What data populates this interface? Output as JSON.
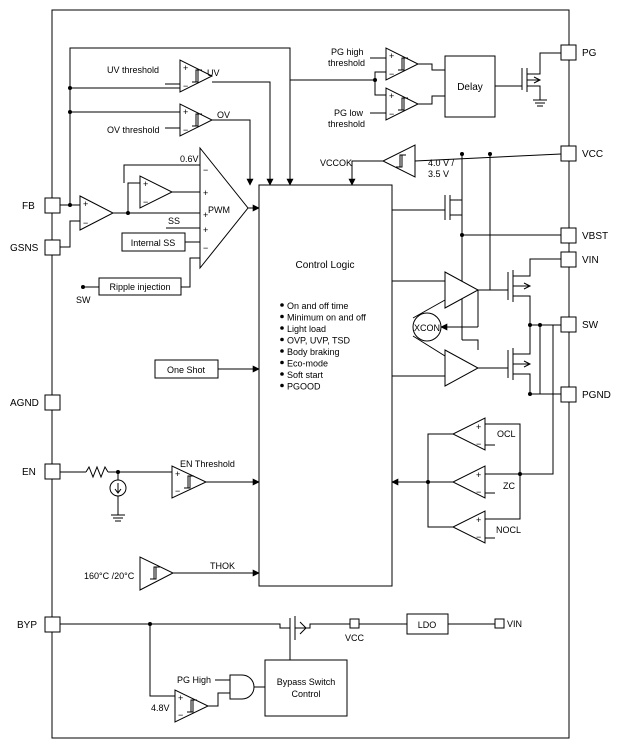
{
  "pins": {
    "pg": "PG",
    "vcc": "VCC",
    "vbst": "VBST",
    "vin": "VIN",
    "sw": "SW",
    "pgnd": "PGND",
    "fb": "FB",
    "gsns": "GSNS",
    "agnd": "AGND",
    "en": "EN",
    "byp": "BYP"
  },
  "labels": {
    "uv_threshold": "UV threshold",
    "uv": "UV",
    "ov_threshold": "OV threshold",
    "ov": "OV",
    "pg_high_threshold_1": "PG high",
    "pg_high_threshold_2": "threshold",
    "pg_low_threshold_1": "PG low",
    "pg_low_threshold_2": "threshold",
    "delay": "Delay",
    "vref": "0.6V",
    "ss": "SS",
    "internal_ss": "Internal SS",
    "pwm": "PWM",
    "ripple_injection": "Ripple injection",
    "sw_left": "SW",
    "vccok": "VCCOK",
    "uvlo_1": "4.0 V /",
    "uvlo_2": "3.5 V",
    "control_logic": "Control Logic",
    "one_shot": "One Shot",
    "xcon": "XCON",
    "ocl": "OCL",
    "zc": "ZC",
    "nocl": "NOCL",
    "en_threshold": "EN Threshold",
    "thermal": "160°C /20°C",
    "thok": "THOK",
    "vcc_mid": "VCC",
    "ldo": "LDO",
    "vin_bottom": "VIN",
    "pg_high": "PG High",
    "v48": "4.8V",
    "bypass_1": "Bypass Switch",
    "bypass_2": "Control"
  },
  "control_logic_items": [
    "On and off time",
    "Minimum on and off",
    "Light load",
    "OVP, UVP, TSD",
    "Body braking",
    "Eco-mode",
    "Soft start",
    "PGOOD"
  ]
}
